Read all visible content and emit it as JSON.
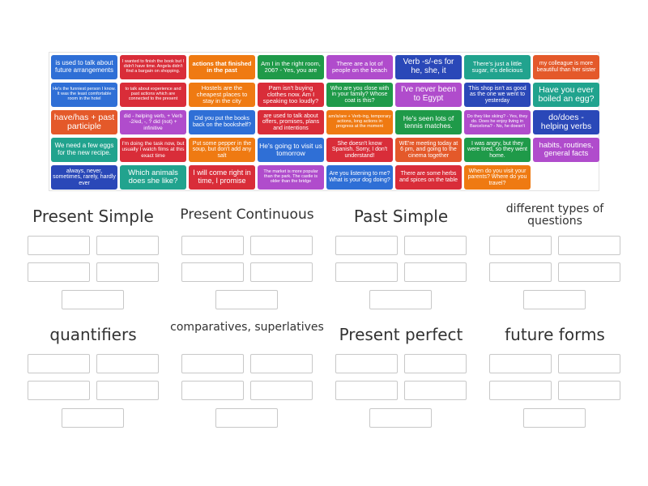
{
  "cards": [
    {
      "text": "is used to talk about future arrangements",
      "color": "#2f6fd6",
      "fs": 8
    },
    {
      "text": "I wanted to finish the book but I didn't have time. Angela didn't find a bargain on shopping.",
      "color": "#d92d39",
      "fs": 5.5
    },
    {
      "text": "actions that finished in the past",
      "color": "#ef7a12",
      "fs": 7.5,
      "bold": true
    },
    {
      "text": "Am I in the right room, 206? - Yes, you are",
      "color": "#1f9a49",
      "fs": 7.5
    },
    {
      "text": "There are a lot of people on the beach",
      "color": "#b04ccc",
      "fs": 7.5
    },
    {
      "text": "Verb -s/-es for he, she, it",
      "color": "#2a48b8",
      "fs": 10
    },
    {
      "text": "There's just a little sugar, it's delicious",
      "color": "#21a38e",
      "fs": 7.5
    },
    {
      "text": "my colleague is more beautiful than her sister",
      "color": "#e4592a",
      "fs": 7
    },
    {
      "text": "He's the funniest person I know. It was the least comfortable room in the hotel",
      "color": "#2f6fd6",
      "fs": 5.5
    },
    {
      "text": "to talk about experience and past actions which are connected to the present",
      "color": "#d92d39",
      "fs": 5.5
    },
    {
      "text": "Hostels are the cheapest places to stay in the city",
      "color": "#ef7a12",
      "fs": 7.5
    },
    {
      "text": "Pam isn't buying clothes now. Am I speaking too loudly?",
      "color": "#d92d39",
      "fs": 7.5
    },
    {
      "text": "Who are you close with in your family? Whose coat is this?",
      "color": "#1f9a49",
      "fs": 7
    },
    {
      "text": "I've never been to Egypt",
      "color": "#b04ccc",
      "fs": 10
    },
    {
      "text": "This shop isn't as good as the one we went to yesterday",
      "color": "#2a48b8",
      "fs": 7
    },
    {
      "text": "Have you ever boiled an egg?",
      "color": "#21a38e",
      "fs": 10.5
    },
    {
      "text": "have/has + past participle",
      "color": "#e4592a",
      "fs": 10.5
    },
    {
      "text": "did - helping verb, + Verb -2/ed, -, ? did (not) + infinitive",
      "color": "#b04ccc",
      "fs": 6.5
    },
    {
      "text": "Did you put the books back on the bookshelf?",
      "color": "#2f6fd6",
      "fs": 7
    },
    {
      "text": "are used to talk about offers, promises, plans and intentions",
      "color": "#d92d39",
      "fs": 7
    },
    {
      "text": "am/is/are + Verb-ing, temporary actions, long actions in progress at the moment",
      "color": "#ef7a12",
      "fs": 5.5
    },
    {
      "text": "He's seen lots of tennis matches.",
      "color": "#1f9a49",
      "fs": 8.5
    },
    {
      "text": "Do they like skiing? - Yes, they do. Does he enjoy living in Barcelona? - No, he doesn't",
      "color": "#b04ccc",
      "fs": 5.5
    },
    {
      "text": "do/does - helping verbs",
      "color": "#2a48b8",
      "fs": 10.5
    },
    {
      "text": "We need a few eggs for the new recipe.",
      "color": "#21a38e",
      "fs": 8
    },
    {
      "text": "I'm doing the task now, but usually I watch films at this exact time",
      "color": "#d92d39",
      "fs": 6.5
    },
    {
      "text": "Put some pepper in the soup, but don't add any salt",
      "color": "#ef7a12",
      "fs": 7
    },
    {
      "text": "He's going to visit us tomorrow",
      "color": "#2f6fd6",
      "fs": 8.5
    },
    {
      "text": "She doesn't know Spanish. Sorry, I don't understand!",
      "color": "#d92d39",
      "fs": 7
    },
    {
      "text": "WE're meeting today at 6 pm, and going to the cinema together",
      "color": "#e4592a",
      "fs": 7
    },
    {
      "text": "I was angry, but they were tired, so they went home.",
      "color": "#1f9a49",
      "fs": 7
    },
    {
      "text": "habits, routines, general facts",
      "color": "#b04ccc",
      "fs": 9.5
    },
    {
      "text": "always, never, sometimes, rarely, hardly ever",
      "color": "#2a48b8",
      "fs": 7
    },
    {
      "text": "Which animals does she like?",
      "color": "#21a38e",
      "fs": 9.5
    },
    {
      "text": "I will come right in time, I promise",
      "color": "#d92d39",
      "fs": 9
    },
    {
      "text": "The market is more popular than the park. The castle is older than the bridge",
      "color": "#b04ccc",
      "fs": 5.5
    },
    {
      "text": "Are you listening to me? What is your dog doing?",
      "color": "#2f6fd6",
      "fs": 7
    },
    {
      "text": "There are some herbs and spices on the table",
      "color": "#d92d39",
      "fs": 7
    },
    {
      "text": "When do you visit your parents? Where do you travel?",
      "color": "#ef7a12",
      "fs": 7
    }
  ],
  "categories": [
    {
      "title": "Present Simple",
      "fs": 20
    },
    {
      "title": "Present Continuous",
      "fs": 17
    },
    {
      "title": "Past Simple",
      "fs": 20
    },
    {
      "title": "different types of questions",
      "fs": 14
    },
    {
      "title": "quantifiers",
      "fs": 20
    },
    {
      "title": "comparatives, superlatives",
      "fs": 14
    },
    {
      "title": "Present perfect",
      "fs": 20
    },
    {
      "title": "future forms",
      "fs": 20
    }
  ]
}
